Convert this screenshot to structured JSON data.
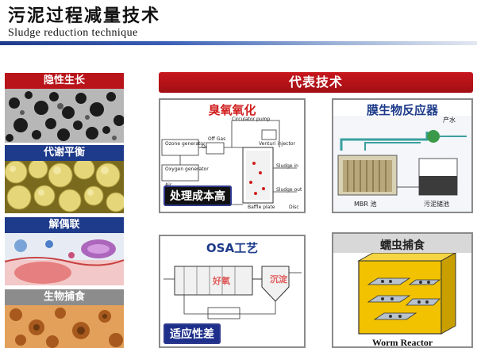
{
  "header": {
    "title": "污泥过程减量技术",
    "subtitle": "Sludge reduction  technique"
  },
  "left_tiles": [
    {
      "label": "隐性生长",
      "color": "#b8141a"
    },
    {
      "label": "代谢平衡",
      "color": "#1e3a8a"
    },
    {
      "label": "解偶联",
      "color": "#1e3a8a"
    },
    {
      "label": "生物捕食",
      "color": "#8c8c8c"
    }
  ],
  "band": {
    "label": "代表技术"
  },
  "ozone": {
    "title": "臭氧氧化",
    "badge": "处理成本高",
    "labels": {
      "circulation_pump": "Circulator pump",
      "ozone_generator": "Ozone generator",
      "o2": "O₂",
      "off_gas": "Off Gas",
      "venturi": "Venturi injector",
      "oxygen_generator": "Oxygen generator",
      "air": "Air",
      "sludge_in": "Sludge in",
      "sludge_out": "Sludge out",
      "baffle": "Baffle plate",
      "disc": "Disc"
    }
  },
  "mbr": {
    "title": "膜生物反应器",
    "water_label": "产水",
    "tank1": "MBR 池",
    "tank2": "污泥储池"
  },
  "osa": {
    "title": "OSA工艺",
    "aerobic": "好氧",
    "settling": "沉淀",
    "badge": "适应性差"
  },
  "worm": {
    "title": "蠕虫捕食",
    "caption": "Worm  Reactor"
  }
}
